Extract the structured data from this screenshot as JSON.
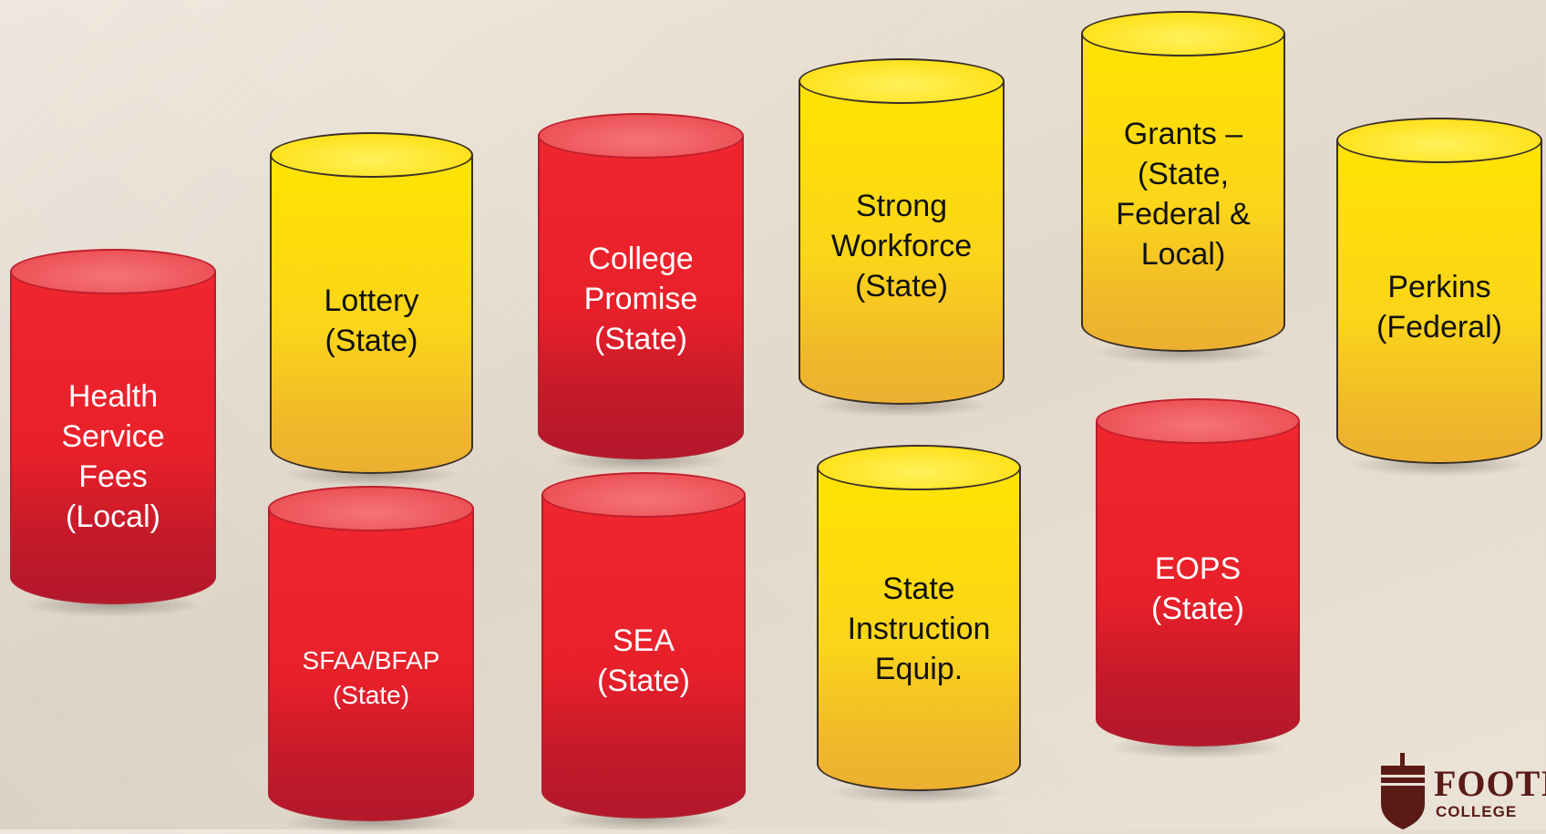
{
  "slide": {
    "cylinders": {
      "health": {
        "label": "Health\nService\nFees\n(Local)",
        "color": "red"
      },
      "lottery": {
        "label": "Lottery\n(State)",
        "color": "yellow"
      },
      "sfaa": {
        "label": "SFAA/BFAP\n(State)",
        "color": "red"
      },
      "college_promise": {
        "label": "College\nPromise\n(State)",
        "color": "red"
      },
      "sea": {
        "label": "SEA\n(State)",
        "color": "red"
      },
      "strong_workforce": {
        "label": "Strong\nWorkforce\n(State)",
        "color": "yellow"
      },
      "state_instruction": {
        "label": "State\nInstruction\nEquip.",
        "color": "yellow"
      },
      "grants": {
        "label": "Grants –\n(State,\nFederal &\nLocal)",
        "color": "yellow"
      },
      "eops": {
        "label": "EOPS\n(State)",
        "color": "red"
      },
      "perkins": {
        "label": "Perkins\n(Federal)",
        "color": "yellow"
      }
    },
    "logo": {
      "name": "FOOTI",
      "sub": "COLLEGE"
    }
  },
  "colors": {
    "red": "#e8202a",
    "yellow": "#fbd51a",
    "brand": "#5a1a16"
  }
}
